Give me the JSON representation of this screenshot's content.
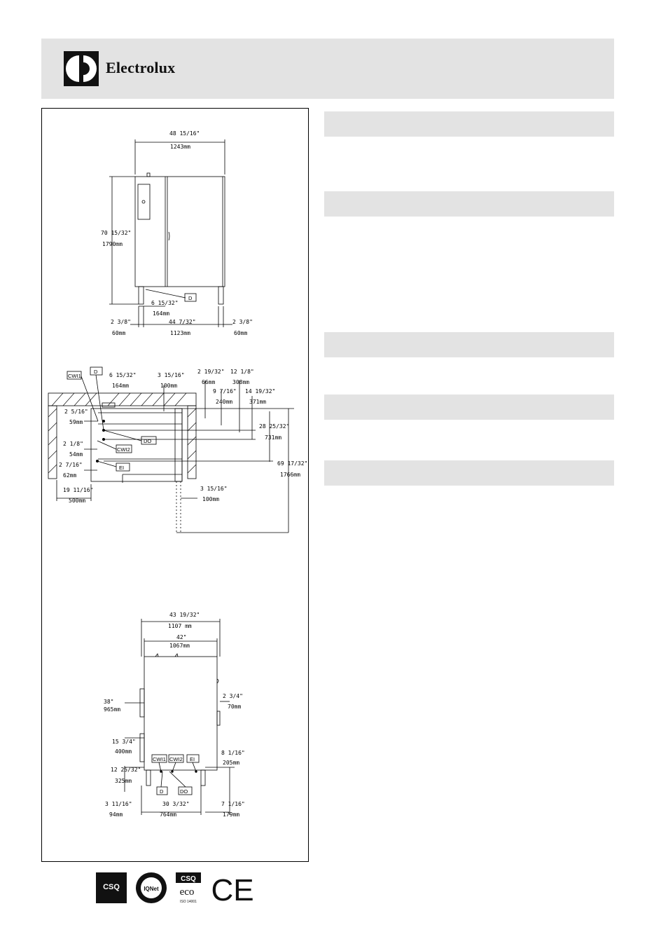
{
  "brand": {
    "name": "Electrolux"
  },
  "section_bars": [
    {
      "label": ""
    },
    {
      "label": ""
    },
    {
      "label": ""
    },
    {
      "label": ""
    },
    {
      "label": ""
    }
  ],
  "front_view": {
    "width_in": "48 15/16\"",
    "width_mm": "1243mm",
    "height_in": "70 15/32\"",
    "height_mm": "1790mm",
    "drain_in": "6 15/32\"",
    "drain_mm": "164mm",
    "drain_label": "D",
    "leg_left_in": "2 3/8\"",
    "leg_left_mm": "60mm",
    "leg_span_in": "44 7/32\"",
    "leg_span_mm": "1123mm",
    "leg_right_in": "2 3/8\"",
    "leg_right_mm": "60mm"
  },
  "side_view": {
    "labels": {
      "cwi1": "CWI1",
      "d": "D",
      "do": "DO",
      "cwi2": "CWI2",
      "ei": "EI"
    },
    "d1_in": "6 15/32\"",
    "d1_mm": "164mm",
    "d2_in": "3 15/16\"",
    "d2_mm": "100mm",
    "d3_in": "2 19/32\"",
    "d3_mm": "66mm",
    "d4_in": "12 1/8\"",
    "d4_mm": "308mm",
    "d5_in": "9 7/16\"",
    "d5_mm": "240mm",
    "d6_in": "14 19/32\"",
    "d6_mm": "371mm",
    "d7_in": "2 5/16\"",
    "d7_mm": "59mm",
    "d8_in": "28 25/32\"",
    "d8_mm": "731mm",
    "d9_in": "2 1/8\"",
    "d9_mm": "54mm",
    "d10_in": "2 7/16\"",
    "d10_mm": "62mm",
    "d11_in": "69 17/32\"",
    "d11_mm": "1766mm",
    "d12_in": "19 11/16\"",
    "d12_mm": "500mm",
    "d13_in": "3 15/16\"",
    "d13_mm": "100mm"
  },
  "top_view": {
    "labels": {
      "cwi1": "CWI1",
      "cwi2": "CWI2",
      "ei": "EI",
      "d": "D",
      "do": "DO"
    },
    "w1_in": "43 19/32\"",
    "w1_mm": "1107 mm",
    "w2_in": "42\"",
    "w2_mm": "1067mm",
    "r1_in": "2 3/4\"",
    "r1_mm": "70mm",
    "l1_in": "38\"",
    "l1_mm": "965mm",
    "l2_in": "15 3/4\"",
    "l2_mm": "400mm",
    "l3_in": "12 25/32\"",
    "l3_mm": "325mm",
    "r2_in": "8 1/16\"",
    "r2_mm": "205mm",
    "b1_in": "3 11/16\"",
    "b1_mm": "94mm",
    "b2_in": "30 3/32\"",
    "b2_mm": "764mm",
    "b3_in": "7 1/16\"",
    "b3_mm": "179mm"
  },
  "certifications": {
    "csq": "CSQ",
    "iqnet": "IQNet",
    "csq_eco": "CSQ",
    "eco": "eco",
    "iso": "ISO 14001",
    "ce": "CE"
  }
}
